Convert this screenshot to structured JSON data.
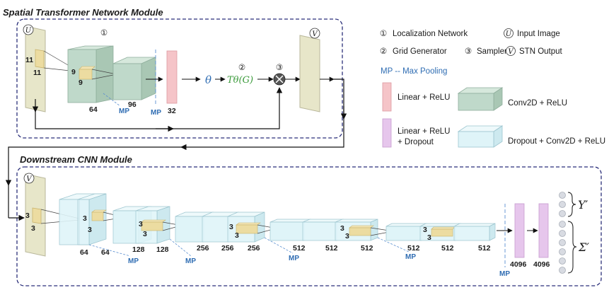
{
  "stn_module": {
    "title": "Spatial Transformer Network Module",
    "input_symbol": "U",
    "input_kernel": [
      "11",
      "11"
    ],
    "conv1_kernel": [
      "9",
      "9"
    ],
    "conv1_channels": "64",
    "conv2_channels": "96",
    "fc_units": "32",
    "mp_label": "MP",
    "theta": "θ",
    "transform": "Tθ(G)",
    "marker_localization": "①",
    "marker_grid": "②",
    "marker_sampler": "③",
    "output_symbol": "V"
  },
  "legend": {
    "localization": {
      "marker": "①",
      "label": "Localization Network"
    },
    "input": {
      "marker": "U",
      "label": "Input Image"
    },
    "grid": {
      "marker": "②",
      "label": "Grid Generator"
    },
    "sampler": {
      "marker": "③",
      "label": "Sampler"
    },
    "stn_output": {
      "marker": "V",
      "label": "STN Output"
    },
    "mp": "MP -- Max Pooling",
    "linear_relu": "Linear + ReLU",
    "conv_relu": "Conv2D + ReLU",
    "linear_relu_dropout": [
      "Linear + ReLU",
      "+ Dropout"
    ],
    "dropout_conv_relu": "Dropout + Conv2D + ReLU",
    "colors": {
      "linear": "#f5c4c8",
      "conv": "#bfd9ca",
      "linear_dropout": "#e6c6ec",
      "dropout_conv": "#dff4f8"
    }
  },
  "cnn_module": {
    "title": "Downstream CNN Module",
    "input_symbol": "V",
    "input_kernel": [
      "3",
      "3"
    ],
    "channels": [
      "64",
      "64",
      "128",
      "128",
      "256",
      "256",
      "256",
      "512",
      "512",
      "512",
      "512",
      "512",
      "512"
    ],
    "kernels": [
      "3",
      "3"
    ],
    "fc_units": [
      "4096",
      "4096"
    ],
    "mp_label": "MP",
    "out_y": "Y′",
    "out_sigma": "Σ′"
  }
}
